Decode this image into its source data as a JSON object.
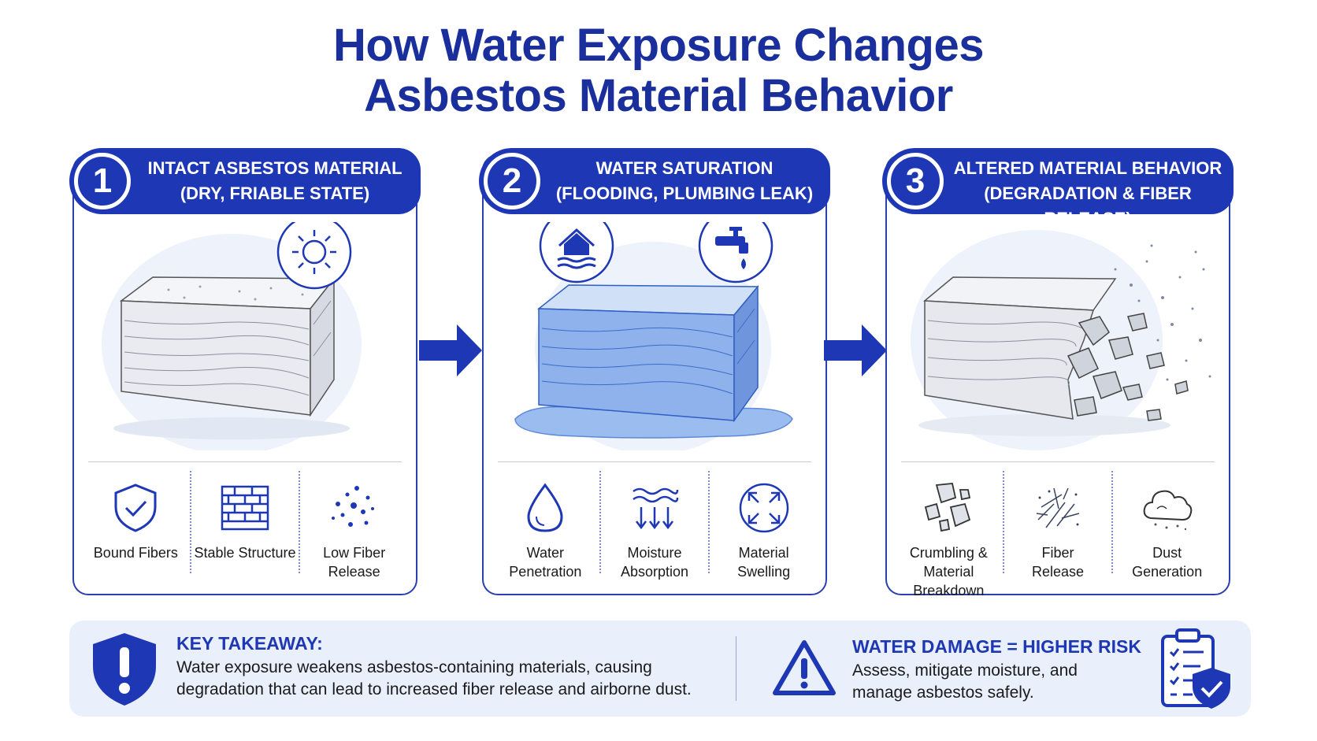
{
  "title_line1": "How Water Exposure Changes",
  "title_line2": "Asbestos Material Behavior",
  "colors": {
    "brand_blue": "#1e37b4",
    "light_blue": "#eaf0fb",
    "water_blue": "#6f9be3"
  },
  "panels": [
    {
      "number": "1",
      "heading_line1": "INTACT ASBESTOS MATERIAL",
      "heading_line2": "(DRY, FRIABLE STATE)",
      "icons": [
        "sun-icon"
      ],
      "features": [
        {
          "icon": "shield-check-icon",
          "label_line1": "Bound Fibers",
          "label_line2": ""
        },
        {
          "icon": "brick-structure-icon",
          "label_line1": "Stable Structure",
          "label_line2": ""
        },
        {
          "icon": "scattered-dots-icon",
          "label_line1": "Low Fiber",
          "label_line2": "Release"
        }
      ]
    },
    {
      "number": "2",
      "heading_line1": "WATER SATURATION",
      "heading_line2": "(FLOODING, PLUMBING LEAK)",
      "icons": [
        "flooded-house-icon",
        "faucet-drip-icon"
      ],
      "features": [
        {
          "icon": "water-drop-icon",
          "label_line1": "Water",
          "label_line2": "Penetration"
        },
        {
          "icon": "wave-absorb-icon",
          "label_line1": "Moisture",
          "label_line2": "Absorption"
        },
        {
          "icon": "expand-arrows-icon",
          "label_line1": "Material",
          "label_line2": "Swelling"
        }
      ]
    },
    {
      "number": "3",
      "heading_line1": "ALTERED MATERIAL BEHAVIOR",
      "heading_line2": "(DEGRADATION & FIBER RELEASE)",
      "icons": [],
      "features": [
        {
          "icon": "crumbling-pieces-icon",
          "label_line1": "Crumbling &",
          "label_line2": "Material Breakdown"
        },
        {
          "icon": "fiber-burst-icon",
          "label_line1": "Fiber",
          "label_line2": "Release"
        },
        {
          "icon": "dust-cloud-icon",
          "label_line1": "Dust",
          "label_line2": "Generation"
        }
      ]
    }
  ],
  "takeaway": {
    "title": "KEY TAKEAWAY:",
    "text_line1": "Water exposure weakens asbestos-containing materials, causing",
    "text_line2": "degradation that can lead to increased fiber release and airborne dust.",
    "risk_title": "WATER DAMAGE = HIGHER RISK",
    "risk_line1": "Assess, mitigate moisture, and",
    "risk_line2": "manage asbestos safely."
  }
}
